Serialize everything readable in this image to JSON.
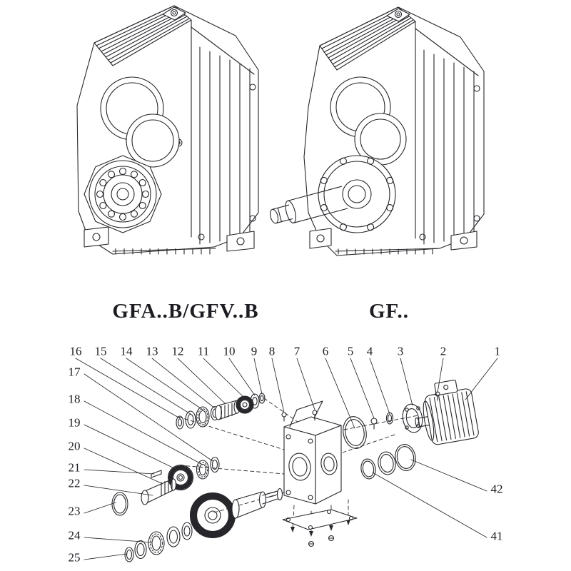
{
  "models": {
    "left": "GFA..B/GFV..B",
    "right": "GF.."
  },
  "callouts": {
    "top": [
      "16",
      "15",
      "14",
      "13",
      "12",
      "11",
      "10",
      "9",
      "8",
      "7",
      "6",
      "5",
      "4",
      "3",
      "2",
      "1"
    ],
    "left": [
      "17",
      "18",
      "19",
      "20",
      "21",
      "22",
      "23",
      "24",
      "25"
    ],
    "right": [
      "42",
      "41"
    ]
  },
  "colors": {
    "line": "#26262b",
    "background": "#ffffff"
  }
}
